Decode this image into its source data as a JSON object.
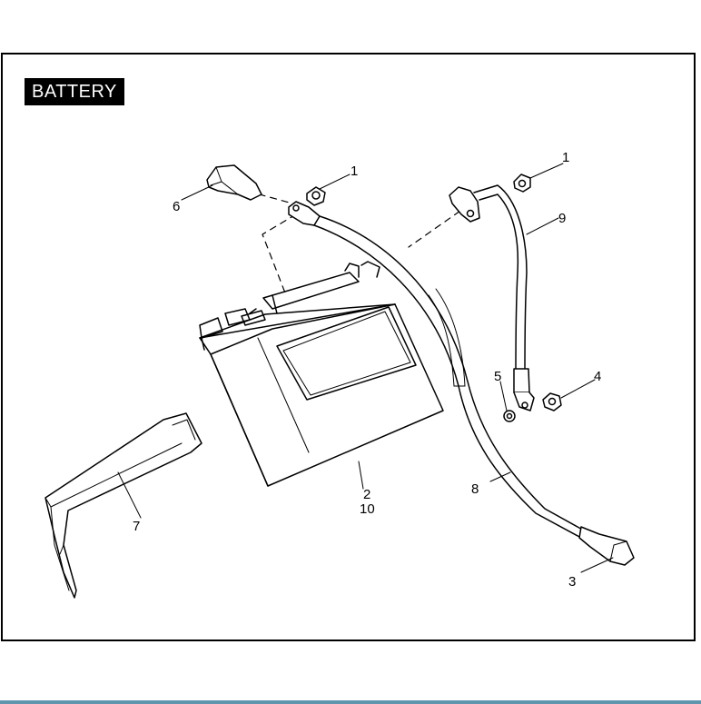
{
  "title": "BATTERY",
  "callouts": [
    {
      "id": "c1a",
      "text": "1"
    },
    {
      "id": "c1b",
      "text": "1"
    },
    {
      "id": "c9",
      "text": "9"
    },
    {
      "id": "c6",
      "text": "6"
    },
    {
      "id": "c5",
      "text": "5"
    },
    {
      "id": "c4",
      "text": "4"
    },
    {
      "id": "c2",
      "text": "2"
    },
    {
      "id": "c10",
      "text": "10"
    },
    {
      "id": "c8",
      "text": "8"
    },
    {
      "id": "c7",
      "text": "7"
    },
    {
      "id": "c3",
      "text": "3"
    }
  ],
  "colors": {
    "line": "#000000",
    "background": "#ffffff",
    "bottom_bar": "#5f95ad"
  }
}
